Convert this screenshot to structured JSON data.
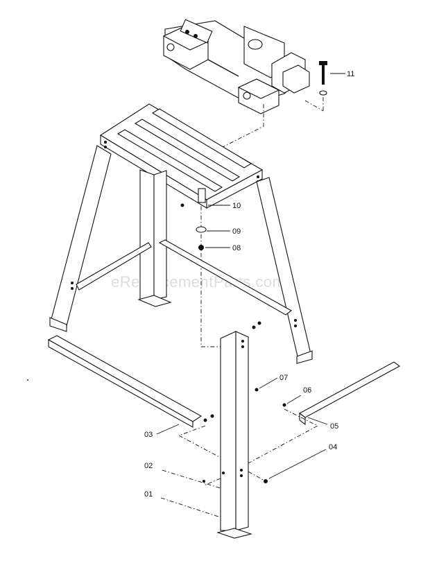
{
  "watermark": "eReplacementParts.com",
  "parts": [
    {
      "id": "p11",
      "label": "11"
    },
    {
      "id": "p10",
      "label": "10"
    },
    {
      "id": "p09",
      "label": "09"
    },
    {
      "id": "p08",
      "label": "08"
    },
    {
      "id": "p07",
      "label": "07"
    },
    {
      "id": "p06",
      "label": "06"
    },
    {
      "id": "p05",
      "label": "05"
    },
    {
      "id": "p04",
      "label": "04"
    },
    {
      "id": "p03",
      "label": "03"
    },
    {
      "id": "p02",
      "label": "02"
    },
    {
      "id": "p01",
      "label": "01"
    }
  ]
}
